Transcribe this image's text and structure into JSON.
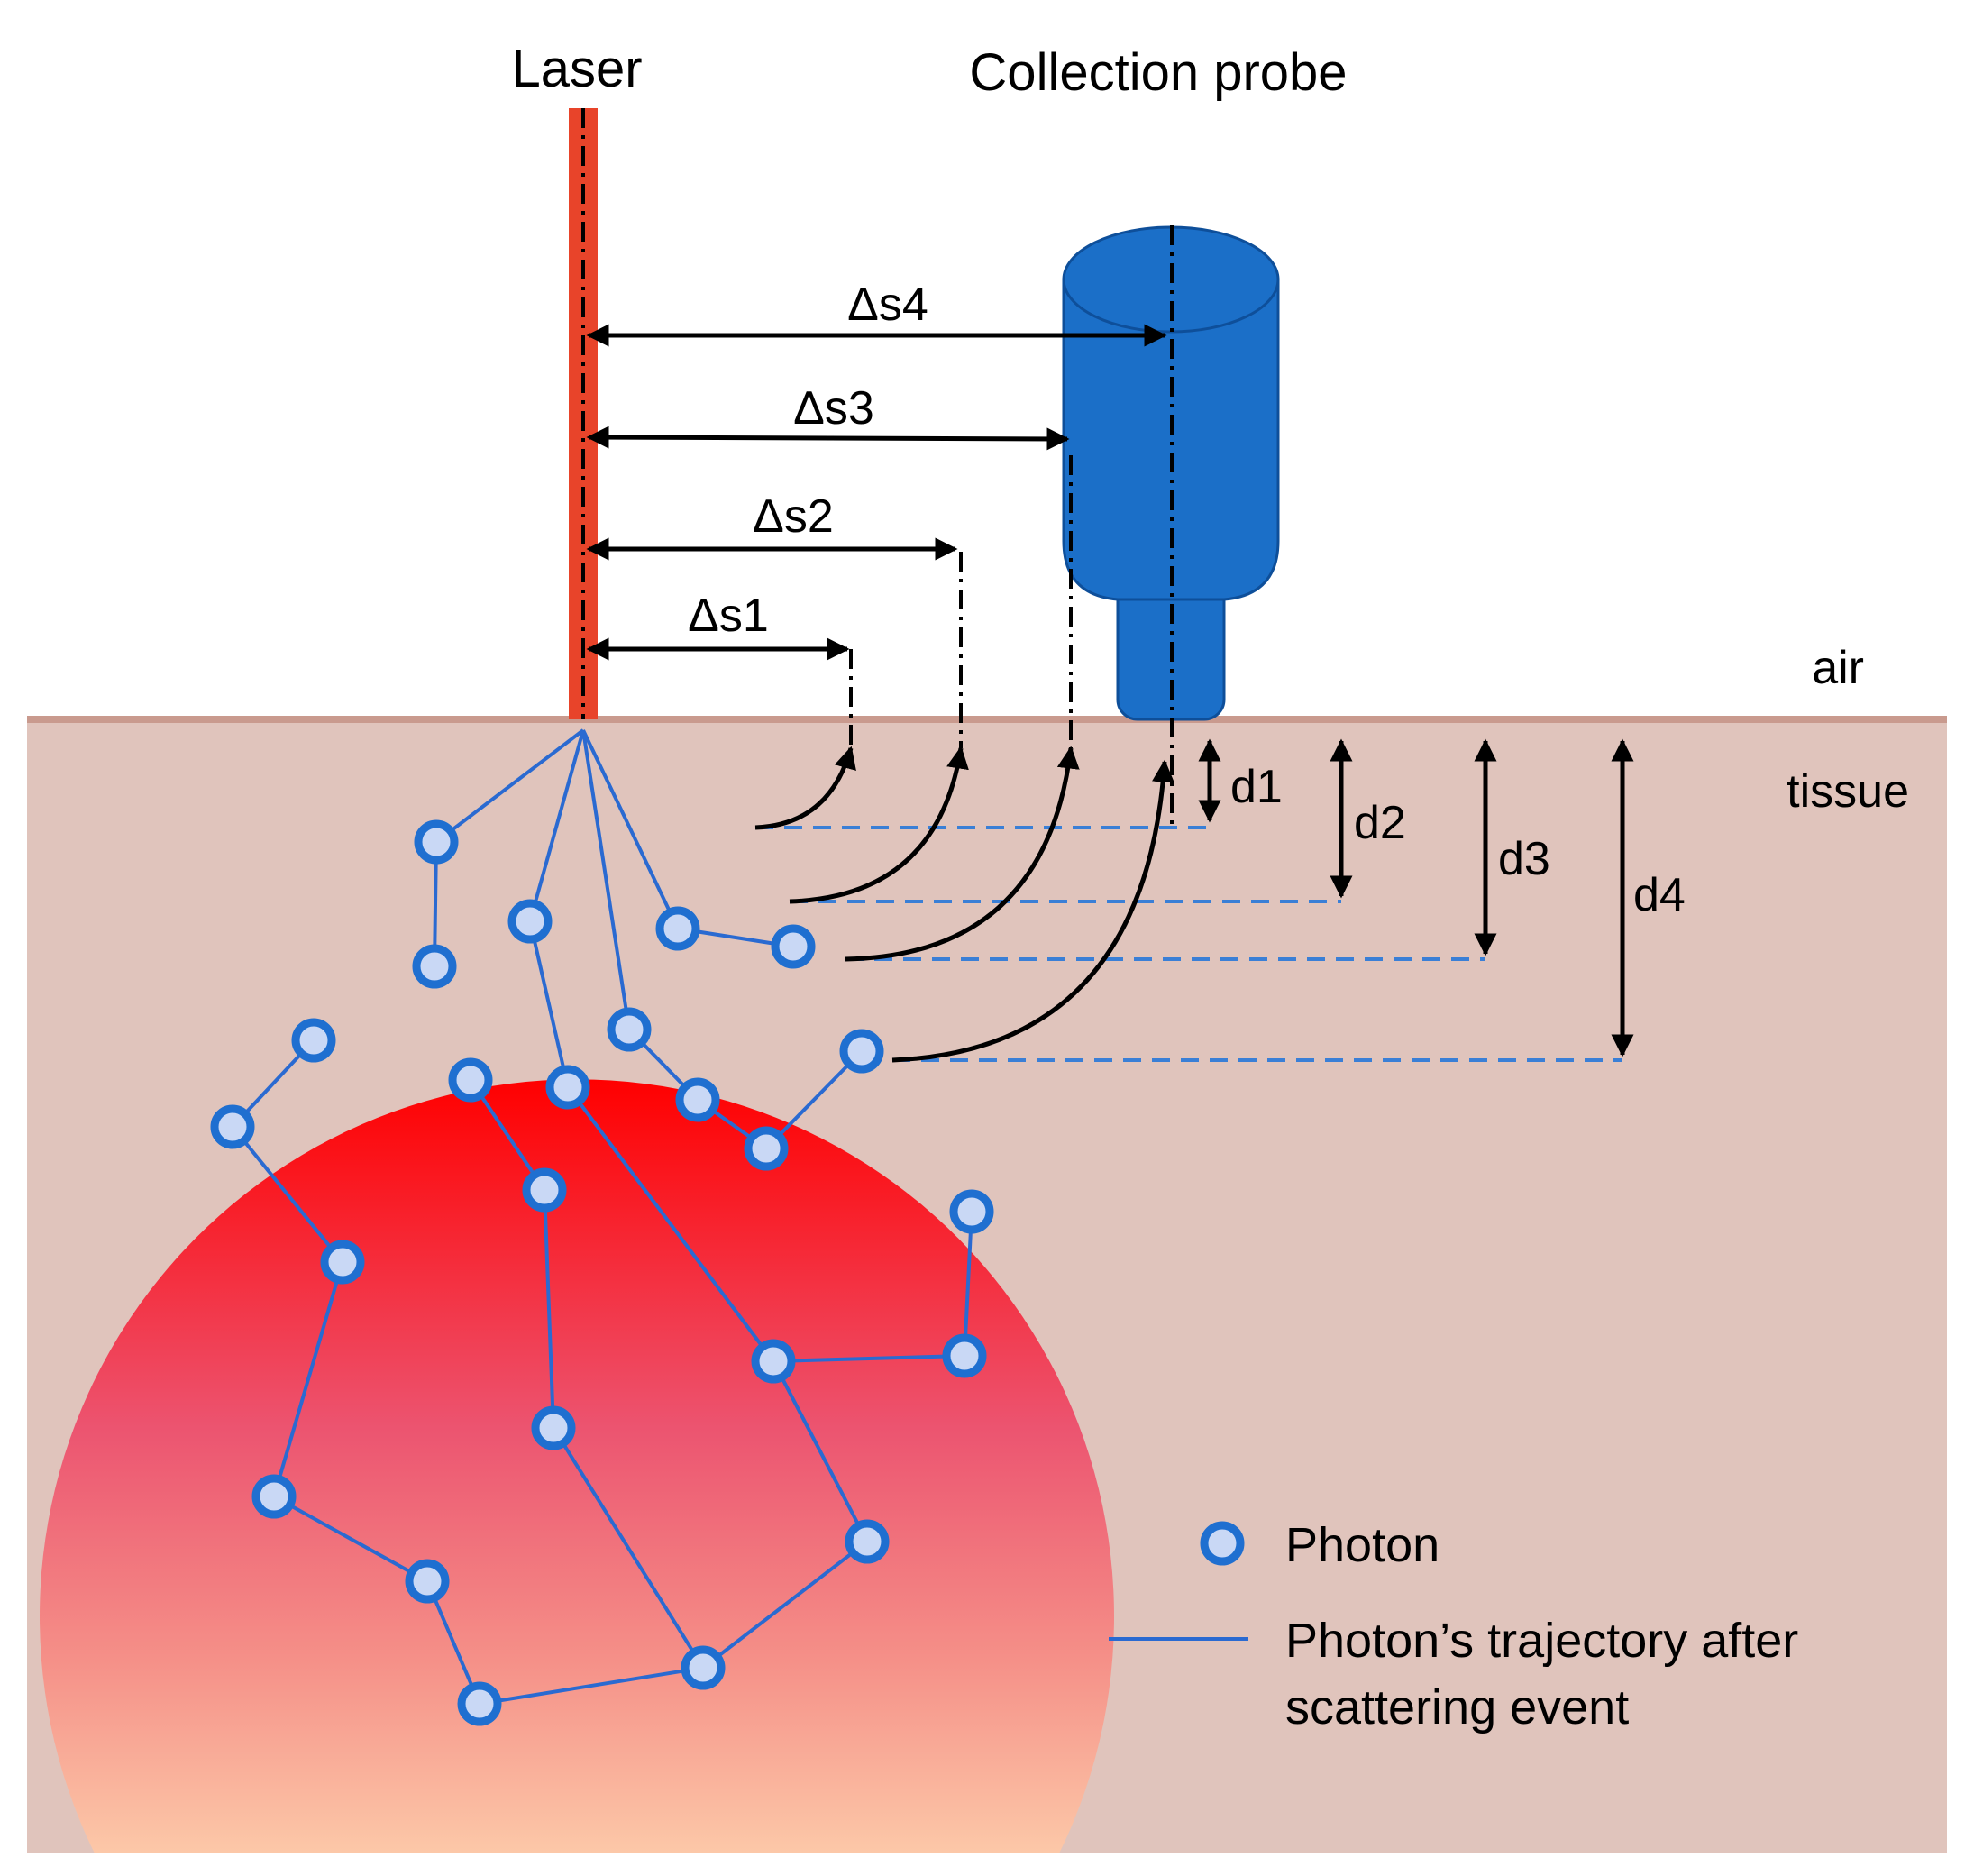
{
  "labels": {
    "laser": "Laser",
    "collection_probe": "Collection probe",
    "air": "air",
    "tissue": "tissue"
  },
  "separations": [
    {
      "id": "s1",
      "label": "Δs1"
    },
    {
      "id": "s2",
      "label": "Δs2"
    },
    {
      "id": "s3",
      "label": "Δs3"
    },
    {
      "id": "s4",
      "label": "Δs4"
    }
  ],
  "depths": [
    {
      "id": "d1",
      "label": "d1"
    },
    {
      "id": "d2",
      "label": "d2"
    },
    {
      "id": "d3",
      "label": "d3"
    },
    {
      "id": "d4",
      "label": "d4"
    }
  ],
  "legend": {
    "photon": "Photon",
    "trajectory_line1": "Photon’s trajectory after",
    "trajectory_line2": "scattering event"
  },
  "colors": {
    "laser": "#e8442a",
    "probe": "#1b6fc8",
    "probe_dark": "#0e4f9a",
    "tissue": "#e0c4bc",
    "tissue_surface": "#c99a8e",
    "photon_fill": "#c9d8f5",
    "photon_stroke": "#1f6fd0",
    "trajectory": "#2a6ad1",
    "dashed": "#3a7fd6",
    "red_glow_top": "#ff0000",
    "red_glow_mid": "#ec5a78",
    "red_glow_bottom": "#fcc4a8"
  }
}
